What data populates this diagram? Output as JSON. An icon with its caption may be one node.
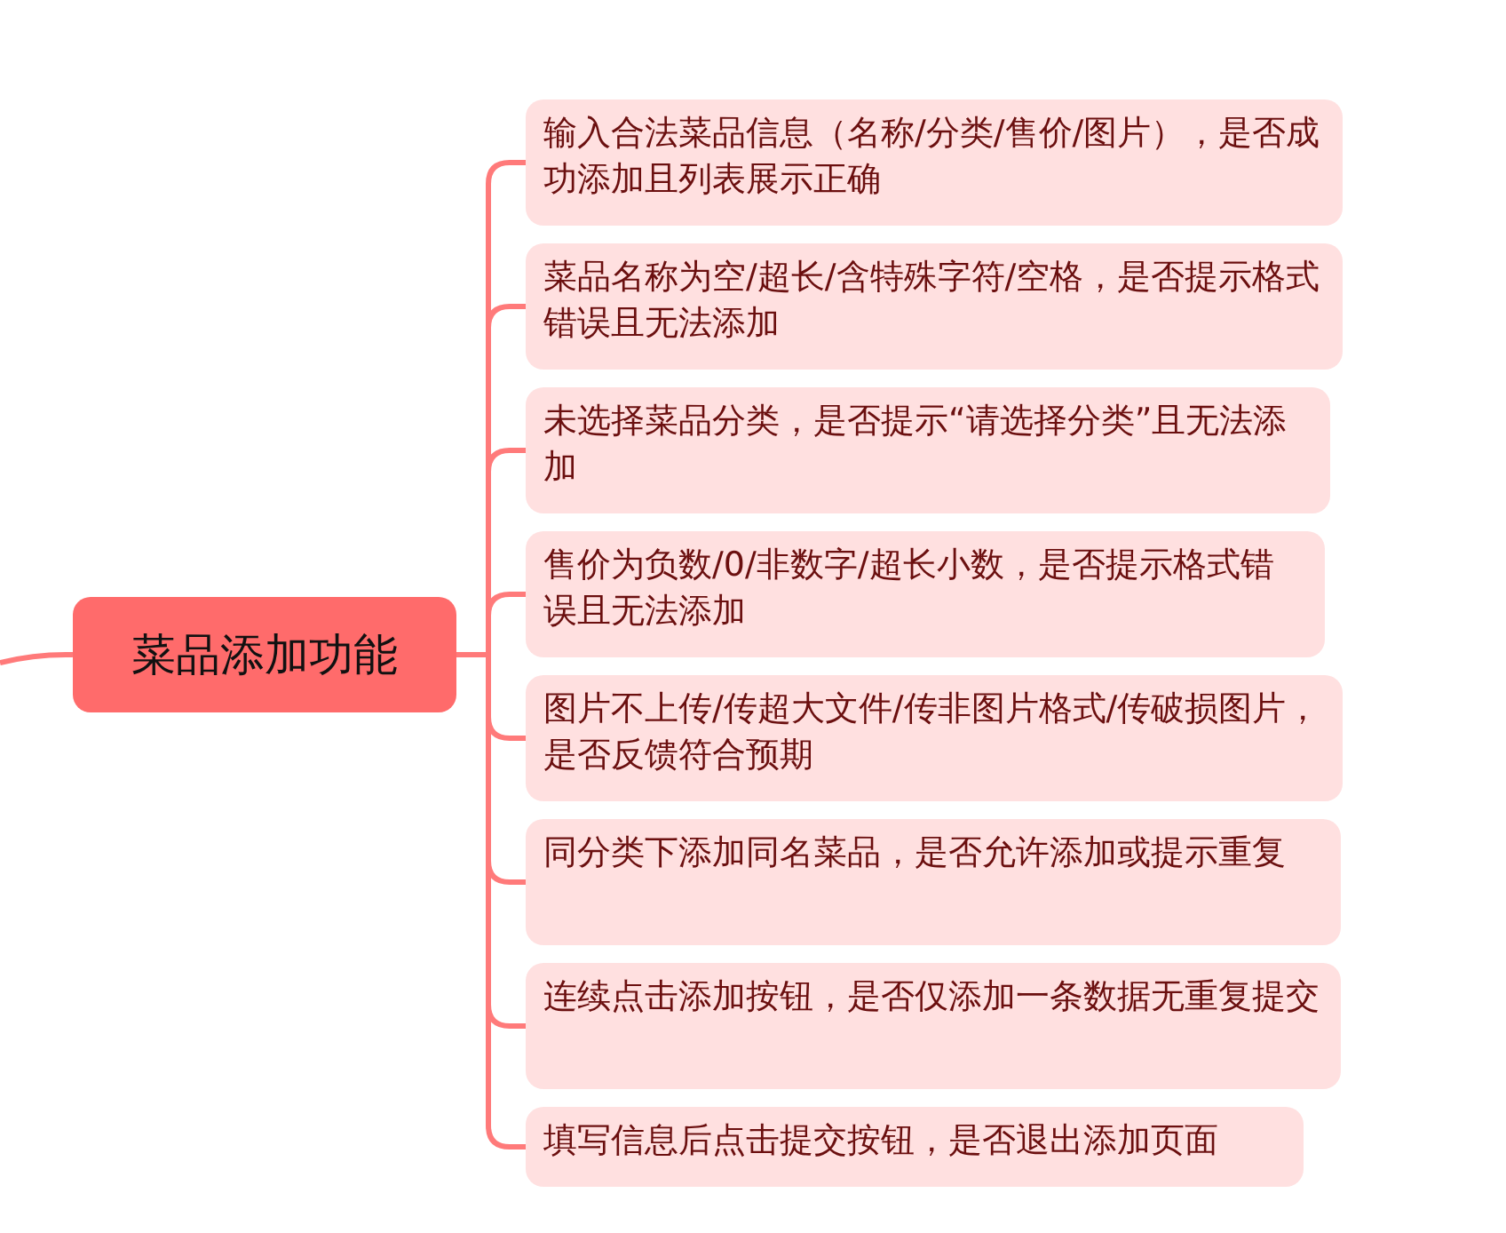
{
  "diagram": {
    "nodes": [
      {
        "text": [
          "菜品添加功能"
        ]
      },
      {
        "text": [
          "输入合法菜品信息（名称/分类/售价/图片），是否成功添加且列表展示正确"
        ]
      },
      {
        "text": [
          "菜品名称为空/超长/含特殊字符/空格，是否提示格式错误且无法添加"
        ]
      },
      {
        "text": [
          "未选择菜品分类，是否提示“请选择分类”且无法添加"
        ]
      },
      {
        "text": [
          "售价为负数/0/非数字/超长小数，是否提示格式错误且无法添加"
        ]
      },
      {
        "text": [
          "图片不上传/传超大文件/传非图片格式/传破损图片，是否反馈符合预期"
        ]
      },
      {
        "text": [
          "同分类下添加同名菜品，是否允许添加或提示重复"
        ]
      },
      {
        "text": [
          "连续点击添加按钮，是否仅添加一条数据无重复提交"
        ]
      },
      {
        "text": [
          "填写信息后点击提交按钮，是否退出添加页面"
        ]
      }
    ],
    "edges": [
      {
        "from": null,
        "to": 0,
        "arrow": "none"
      },
      {
        "from": 0,
        "to": 1,
        "arrow": "none"
      },
      {
        "from": 0,
        "to": 2,
        "arrow": "none"
      },
      {
        "from": 0,
        "to": 3,
        "arrow": "none"
      },
      {
        "from": 0,
        "to": 4,
        "arrow": "none"
      },
      {
        "from": 0,
        "to": 5,
        "arrow": "none"
      },
      {
        "from": 0,
        "to": 6,
        "arrow": "none"
      },
      {
        "from": 0,
        "to": 7,
        "arrow": "none"
      },
      {
        "from": 0,
        "to": 8,
        "arrow": "none"
      }
    ]
  }
}
